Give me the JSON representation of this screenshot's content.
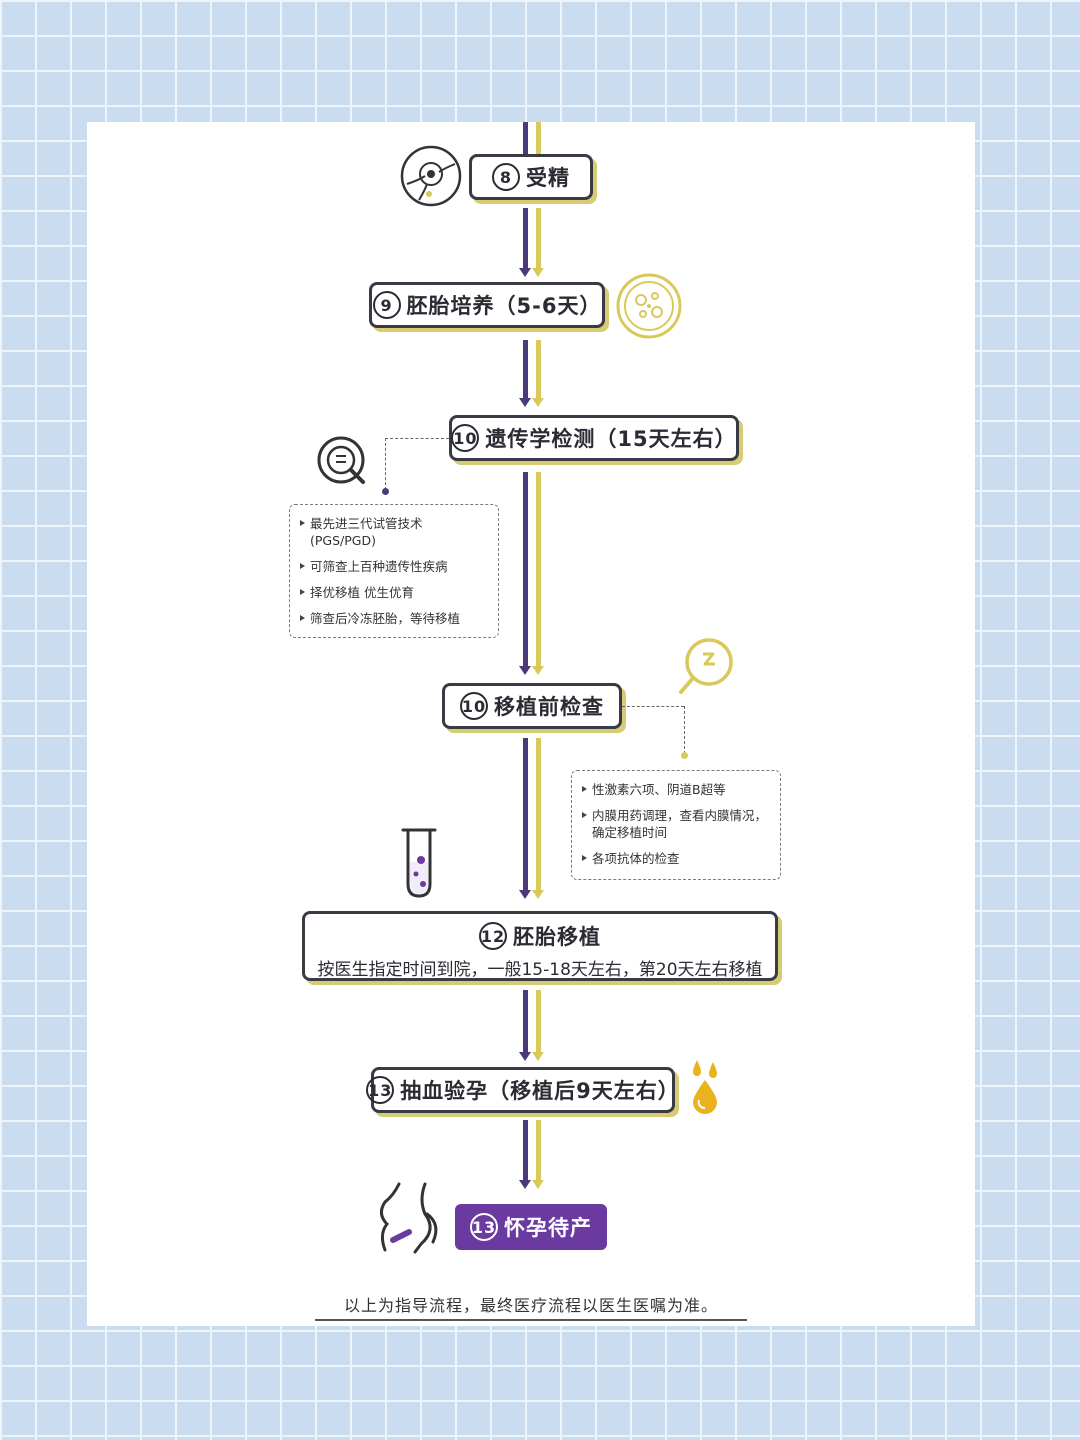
{
  "steps": {
    "fertilization": {
      "num": "8",
      "label": "受精"
    },
    "culture": {
      "num": "9",
      "label": "胚胎培养（5-6天）"
    },
    "genetic": {
      "num": "10",
      "label": "遗传学检测（15天左右）"
    },
    "pretransfer": {
      "num": "10",
      "label": "移植前检查"
    },
    "transfer": {
      "num": "12",
      "label": "胚胎移植",
      "sub": "按医生指定时间到院，一般15-18天左右，第20天左右移植"
    },
    "bloodtest": {
      "num": "13",
      "label": "抽血验孕（移植后9天左右）"
    },
    "pregnancy": {
      "num": "13",
      "label": "怀孕待产"
    }
  },
  "notes": {
    "genetic": [
      "最先进三代试管技术(PGS/PGD)",
      "可筛查上百种遗传性疾病",
      "择优移植 优生优育",
      "筛查后冷冻胚胎，等待移植"
    ],
    "pretransfer": [
      "性激素六项、阴道B超等",
      "内膜用药调理，查看内膜情况，确定移植时间",
      "各项抗体的检查"
    ]
  },
  "footer": "以上为指导流程，最终医疗流程以医生医嘱为准。",
  "colors": {
    "purple": "#4a3a7a",
    "gold": "#d9c95a",
    "final": "#6a3aa0",
    "drop": "#e9b320"
  },
  "icons": [
    "sperm-egg-icon",
    "petri-dish-icon",
    "magnifier-icon",
    "lightning-magnifier-icon",
    "test-tube-icon",
    "water-drop-icon",
    "pregnant-belly-icon"
  ]
}
